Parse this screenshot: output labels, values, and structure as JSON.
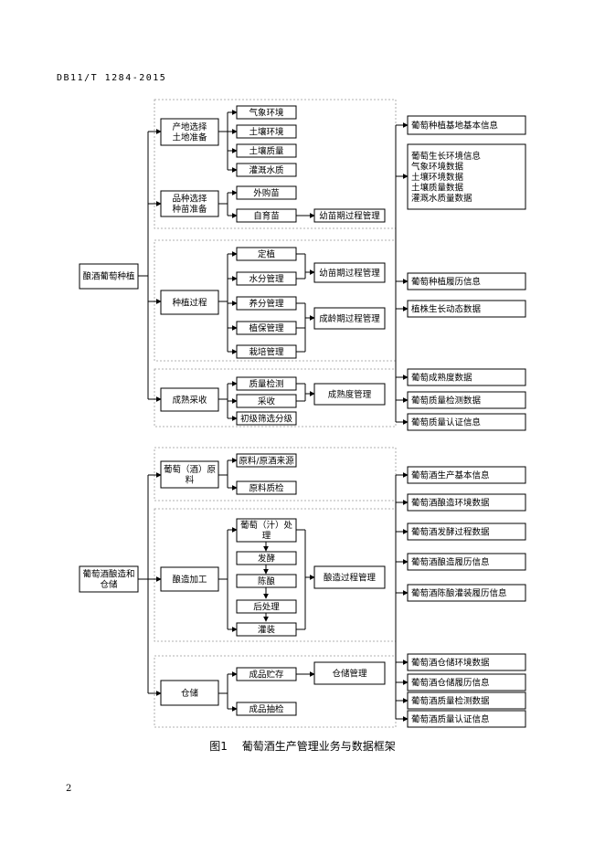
{
  "header": {
    "doc_code": "DB11/T 1284-2015"
  },
  "page": {
    "number": "2"
  },
  "figure": {
    "label": "图1",
    "title": "葡萄酒生产管理业务与数据框架"
  },
  "nodes": {
    "root1": "酿酒葡萄种植",
    "site": "产地选择\n土地准备",
    "variety": "品种选择\n种苗准备",
    "planting": "种植过程",
    "harvest": "成熟采收",
    "climate": "气象环境",
    "soil_env": "土壤环境",
    "soil_quality": "土壤质量",
    "irrigation": "灌溉水质",
    "purchased": "外购苗",
    "self_grown": "自育苗",
    "seedling_mgmt": "幼苗期过程管理",
    "fix": "定植",
    "water": "水分管理",
    "nutrient": "养分管理",
    "protection": "植保管理",
    "cultivation": "栽培管理",
    "young_mgmt": "幼苗期过程管理",
    "mature_mgmt": "成龄期过程管理",
    "quality_test": "质量检测",
    "picking": "采收",
    "grading": "初级筛选分级",
    "ripeness_mgmt": "成熟度管理",
    "root2": "葡萄酒酿造和\n仓储",
    "raw": "葡萄（酒）原\n料",
    "brewing": "酿造加工",
    "storage": "仓储",
    "raw_source": "原料/原酒来源",
    "raw_qc": "原料质检",
    "grape_proc": "葡萄（汁）处\n理",
    "ferment": "发酵",
    "aging": "陈酿",
    "post": "后处理",
    "filling": "灌装",
    "brew_mgmt": "酿造过程管理",
    "product_store": "成品贮存",
    "product_sample": "成品抽检",
    "storage_mgmt": "仓储管理"
  },
  "data_items": {
    "d1": "葡萄种植基地基本信息",
    "d2": "葡萄生长环境信息\n气象环境数据\n土壤环境数据\n土壤质量数据\n灌溉水质量数据",
    "d3": "葡萄种植履历信息",
    "d4": "植株生长动态数据",
    "d5": "葡萄成熟度数据",
    "d6": "葡萄质量检测数据",
    "d7": "葡萄质量认证信息",
    "d8": "葡萄酒生产基本信息",
    "d9": "葡萄酒酿造环境数据",
    "d10": "葡萄酒发酵过程数据",
    "d11": "葡萄酒酿造履历信息",
    "d12": "葡萄酒陈酿灌装履历信息",
    "d13": "葡萄酒仓储环境数据",
    "d14": "葡萄酒仓储履历信息",
    "d15": "葡萄酒质量检测数据",
    "d16": "葡萄酒质量认证信息"
  }
}
